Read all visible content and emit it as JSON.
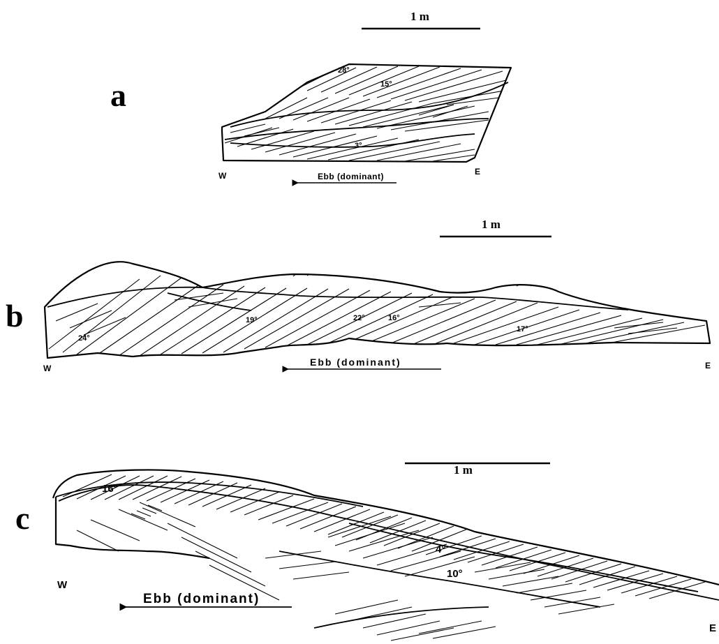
{
  "panels": [
    {
      "letter": "a",
      "scale": "1 m",
      "west": "W",
      "east": "E",
      "direction": "Ebb (dominant)",
      "angles": [
        "28°",
        "15°",
        "3°"
      ]
    },
    {
      "letter": "b",
      "scale": "1 m",
      "west": "W",
      "east": "E",
      "direction": "Ebb (dominant)",
      "angles": [
        "24°",
        "19°",
        "22°",
        "16°",
        "17°"
      ]
    },
    {
      "letter": "c",
      "scale": "1 m",
      "west": "W",
      "east": "E",
      "direction": "Ebb (dominant)",
      "angles": [
        "16°",
        "4°",
        "10°"
      ]
    }
  ]
}
